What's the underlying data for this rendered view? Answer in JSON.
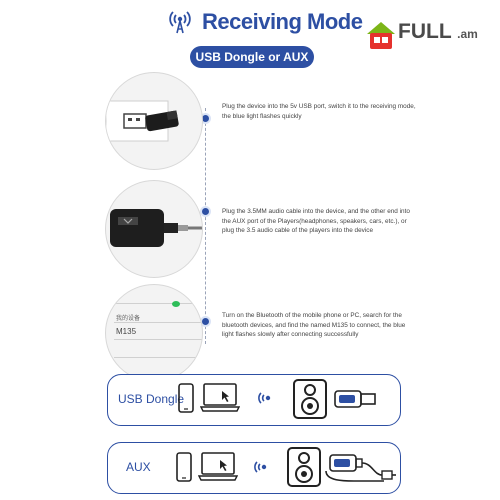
{
  "header": {
    "title": "Receiving Mode",
    "subtitle": "USB Dongle or AUX",
    "icon": "wireless-tower-icon"
  },
  "watermark": {
    "brand": "FULL",
    "suffix": ".am"
  },
  "steps": [
    {
      "text": "Plug the device into the 5v USB port, switch it to the receiving mode, the blue light flashes quickly",
      "illustration": "usb-port-dongle"
    },
    {
      "text": "Plug the 3.5MM audio cable into the device, and the other end into the AUX port of the Players(headphones, speakers, cars, etc.), or plug the 3.5 audio cable of the players into the device",
      "illustration": "aux-cable-dongle"
    },
    {
      "text": "Turn on the Bluetooth of the mobile phone or PC, search for the bluetooth devices, and find the named M135 to connect, the blue light flashes slowly after connecting successfully",
      "illustration": "bluetooth-device-list",
      "screen_header": "我的设备",
      "device_name": "M135"
    }
  ],
  "modes": [
    {
      "label": "USB Dongle"
    },
    {
      "label": "AUX"
    }
  ],
  "colors": {
    "accent": "#2d4fa3",
    "logo_red": "#e5322d",
    "logo_green": "#7cb518"
  }
}
